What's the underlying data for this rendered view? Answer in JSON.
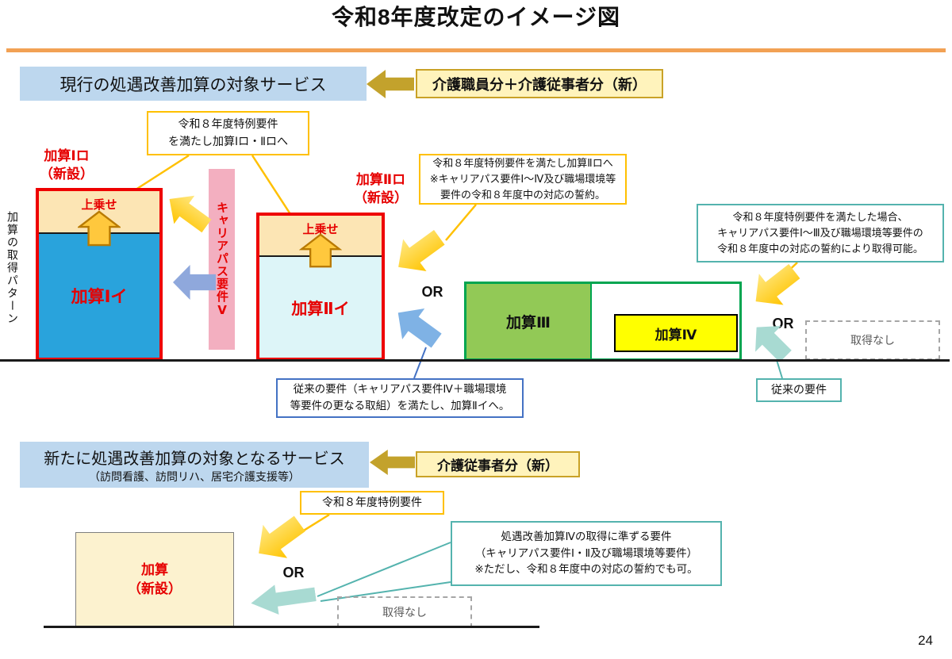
{
  "title": "令和8年度改定のイメージ図",
  "page_number": "24",
  "axis": {
    "label": "加算の取得パターン"
  },
  "current": {
    "header": "現行の処遇改善加算の対象サービス",
    "tag": "介護職員分＋介護従事者分（新）",
    "callout_ro": "令和８年度特例要件\nを満たし加算Ⅰロ・Ⅱロへ",
    "label_1ro": "加算Ⅰロ\n（新設）",
    "label_2ro": "加算Ⅱロ\n（新設）",
    "uwanose": "上乗せ",
    "kasan_1i": "加算Ⅰイ",
    "kasan_2i": "加算Ⅱイ",
    "career_path": "キャリアパス要件Ⅴ",
    "callout_2ro": "令和８年度特例要件を満たし加算Ⅱロへ\n※キャリアパス要件Ⅰ～Ⅳ及び職場環境等\n要件の令和８年度中の対応の誓約。",
    "or_left": "OR",
    "kasan_3": "加算Ⅲ",
    "kasan_4": "加算Ⅳ",
    "callout_right": "令和８年度特例要件を満たした場合、\nキャリアパス要件Ⅰ～Ⅲ及び職場環境等要件の\n令和８年度中の対応の誓約により取得可能。",
    "or_right": "OR",
    "no_acquisition": "取得なし",
    "callout_blue": "従来の要件（キャリアパス要件Ⅳ＋職場環境\n等要件の更なる取組）を満たし、加算Ⅱイへ。",
    "conventional": "従来の要件"
  },
  "new": {
    "header": "新たに処遇改善加算の対象となるサービス",
    "header_sub": "（訪問看護、訪問リハ、居宅介護支援等）",
    "tag": "介護従事者分（新）",
    "callout_tokurei": "令和８年度特例要件",
    "kasan_new": "加算\n（新設）",
    "or": "OR",
    "callout_teal": "処遇改善加算Ⅳの取得に準ずる要件\n（キャリアパス要件Ⅰ・Ⅱ及び職場環境等要件）\n※ただし、令和８年度中の対応の誓約でも可。",
    "no_acquisition": "取得なし"
  },
  "colors": {
    "accent_orange": "#F2A154",
    "header_blue": "#BDD7EE",
    "tag_fill": "#FFF3BC",
    "gold_border": "#C9A227",
    "callout_gold": "#FFC000",
    "red": "#E60000",
    "box_blue": "#29A3DC",
    "box_cyan": "#DDF5F8",
    "cream": "#FCE5B4",
    "pink": "#F3AFC0",
    "green_fill": "#92C956",
    "green_border": "#00A550",
    "yellow_box": "#FFFF00",
    "teal_border": "#54B3AE",
    "blue_border": "#4472C4"
  }
}
